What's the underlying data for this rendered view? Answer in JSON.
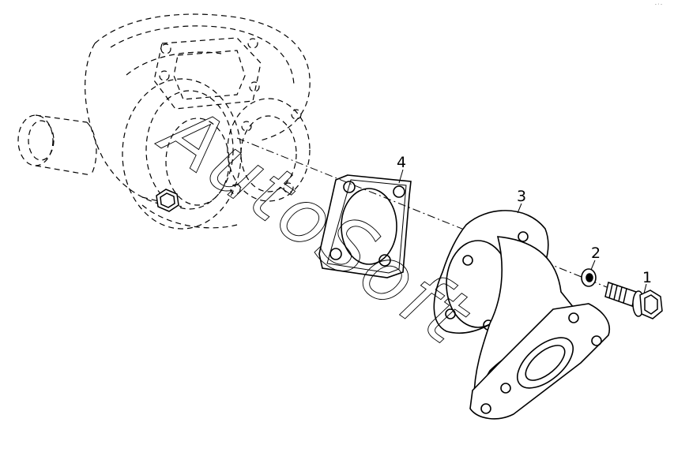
{
  "callouts": {
    "bolt": "1",
    "washer": "2",
    "elbow": "3",
    "gasket": "4"
  },
  "watermark": "AutoSoft",
  "corner_mark": "-·-"
}
